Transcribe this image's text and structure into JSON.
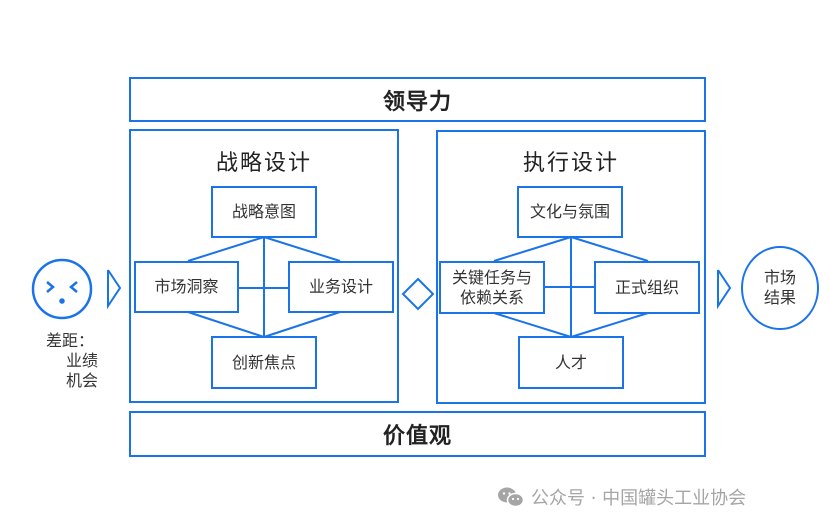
{
  "diagram": {
    "top_band": "领导力",
    "bottom_band": "价值观",
    "left_panel": {
      "title": "战略设计",
      "nodes": {
        "top": "战略意图",
        "left": "市场洞察",
        "right": "业务设计",
        "bottom": "创新焦点"
      }
    },
    "right_panel": {
      "title": "执行设计",
      "nodes": {
        "top": "文化与氛围",
        "left_line1": "关键任务与",
        "left_line2": "依赖关系",
        "right": "正式组织",
        "bottom": "人才"
      }
    },
    "gap": {
      "icon": "sad-face-icon",
      "label_line1": "差距：",
      "label_line2": "业绩",
      "label_line3": "机会"
    },
    "result": {
      "line1": "市场",
      "line2": "结果"
    },
    "colors": {
      "accent": "#1a73e8",
      "text": "#333333",
      "watermark": "#a5a5a5"
    }
  },
  "footer": {
    "icon": "wechat-icon",
    "text": "公众号 · 中国罐头工业协会"
  }
}
